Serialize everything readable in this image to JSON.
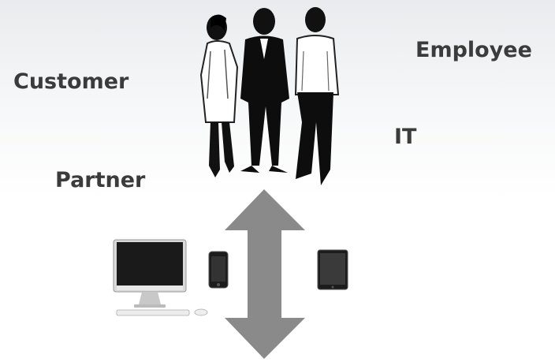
{
  "roles": {
    "customer": "Customer",
    "partner": "Partner",
    "employee": "Employee",
    "it": "IT"
  },
  "icons": {
    "people": "three-people-silhouette",
    "arrow": "double-vertical-arrow",
    "desktop": "desktop-computer",
    "phone": "smartphone",
    "tablet": "tablet"
  },
  "colors": {
    "text": "#3b3b3b",
    "arrow": "#8a8a8a",
    "silhouette": "#111111"
  }
}
